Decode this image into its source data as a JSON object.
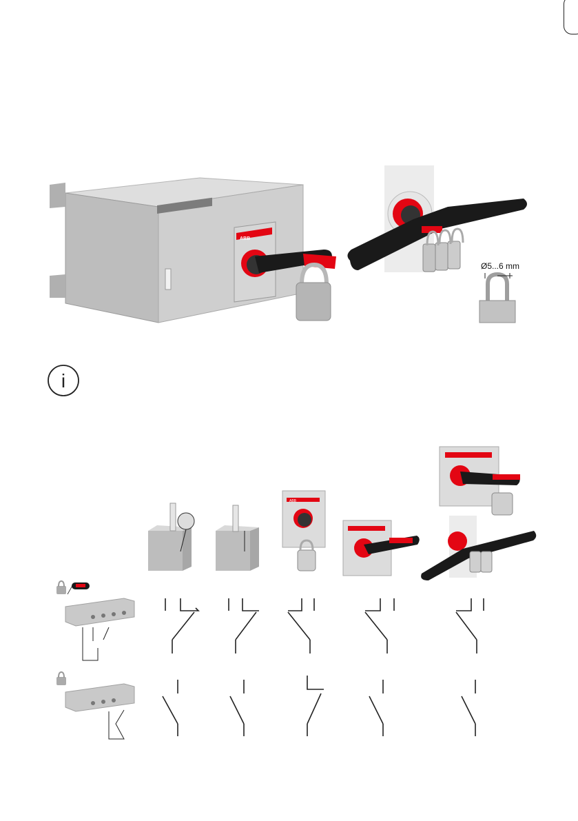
{
  "page": {
    "marker": "tab-marker"
  },
  "figure_top": {
    "brand": "ABB",
    "padlock_dimension": "Ø5...6 mm"
  },
  "info": {
    "icon": "info-icon",
    "glyph": "i"
  },
  "figure_bottom": {
    "brand": "ABB"
  },
  "colors": {
    "red": "#e30613",
    "black": "#1a1a1a",
    "grey_body": "#c9c9c9",
    "grey_dark": "#8d8d8d",
    "grey_light": "#e4e4e4"
  }
}
